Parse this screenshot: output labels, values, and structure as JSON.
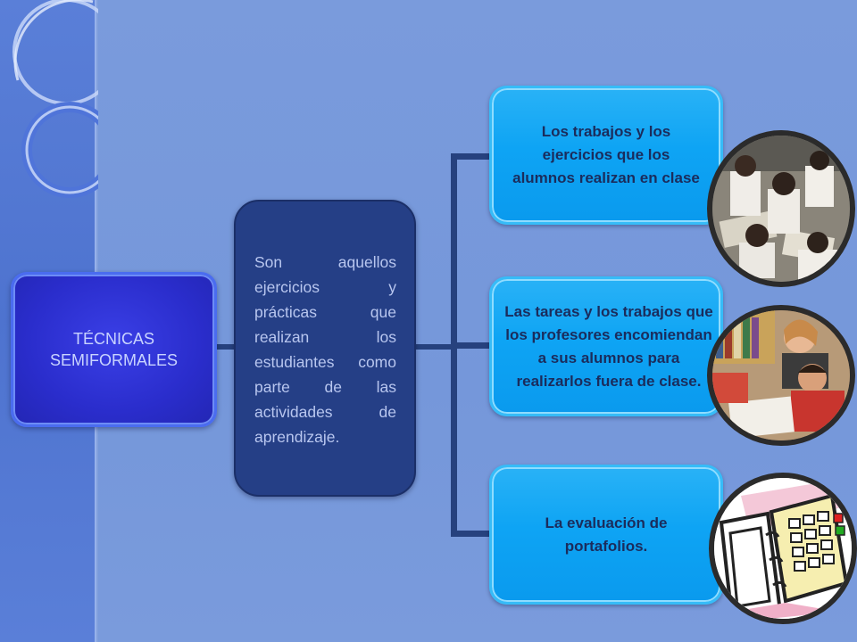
{
  "root": {
    "line1": "TÉCNICAS",
    "line2": "SEMIFORMALES"
  },
  "description": "Son aquellos ejercicios y prácticas que realizan los estudiantes como parte de las actividades de aprendizaje.",
  "items": [
    {
      "text": "Los trabajos y los ejercicios que los alumnos realizan en clase",
      "image": "students-in-class-photo"
    },
    {
      "text": "Las tareas y los trabajos que los profesores encomiendan a sus alumnos para realizarlos fuera de clase.",
      "image": "teacher-helping-student-photo"
    },
    {
      "text": "La evaluación de portafolios.",
      "image": "portfolio-binder-clipart"
    }
  ]
}
